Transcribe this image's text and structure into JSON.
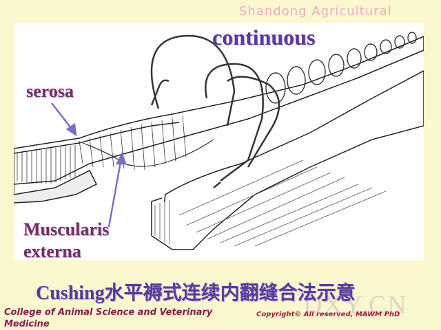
{
  "header": {
    "institution": "Shandong Agricultural"
  },
  "figure": {
    "labels": {
      "continuous": "continuous",
      "serosa": "serosa",
      "muscularis_line1": "Muscularis",
      "muscularis_line2": "externa"
    },
    "caption": "Cushing水平褥式连续内翻缝合法示意"
  },
  "footer": {
    "college": "College of Animal Science and Veterinary Medicine",
    "copyright": "Copyright© All reserved, MAWM PhD"
  },
  "watermark": {
    "text": "DXY.CN"
  },
  "colors": {
    "background": "#fbf8d0",
    "label_purple": "#6a2a8a",
    "arrow": "#7b6fc4",
    "footer_text": "#8a1a50"
  }
}
